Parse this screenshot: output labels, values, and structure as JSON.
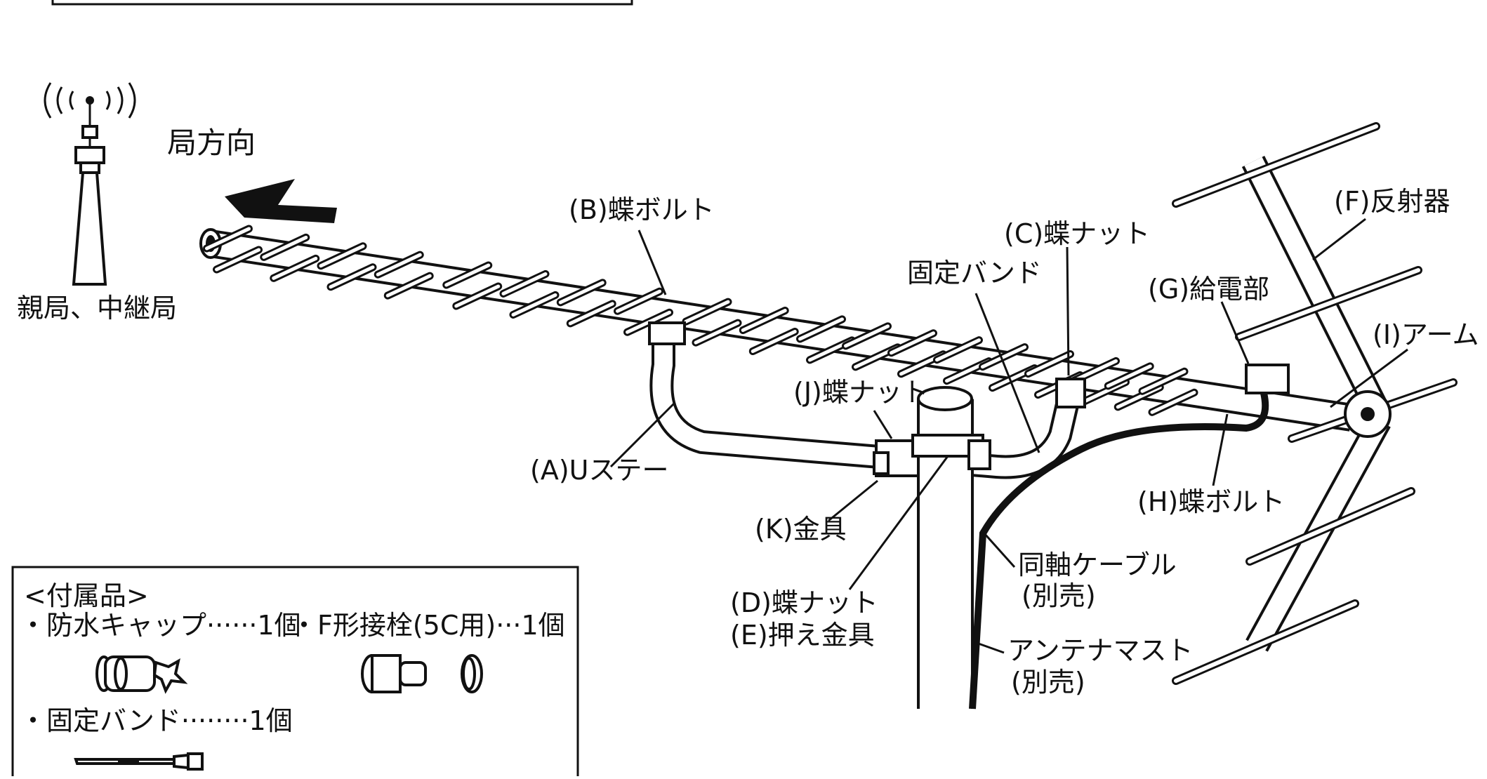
{
  "colors": {
    "ink": "#111111",
    "paper": "#ffffff"
  },
  "direction": {
    "label": "局方向",
    "icon": "arrow-left-icon"
  },
  "tower": {
    "label": "親局、中継局",
    "icon": "broadcast-tower-icon"
  },
  "labels": {
    "b_bolt": "(B)蝶ボルト",
    "c_nut": "(C)蝶ナット",
    "band": "固定バンド",
    "f_reflector": "(F)反射器",
    "g_feed": "(G)給電部",
    "i_arm": "(I)アーム",
    "j_nut": "(J)蝶ナット",
    "a_ustay": "(A)Uステー",
    "h_bolt": "(H)蝶ボルト",
    "k_bracket": "(K)金具",
    "d_nut": "(D)蝶ナット",
    "e_plate": "(E)押え金具",
    "coax": "同軸ケーブル",
    "coax_note": "(別売)",
    "mast": "アンテナマスト",
    "mast_note": "(別売)"
  },
  "accessories": {
    "heading": "<付属品>",
    "items": [
      {
        "text": "・防水キャップ······1個",
        "icon": "waterproof-cap-icon"
      },
      {
        "text": "・F形接栓(5C用)···1個",
        "icon": "f-connector-icon"
      },
      {
        "text": "・固定バンド········1個",
        "icon": "cable-tie-icon"
      }
    ]
  }
}
